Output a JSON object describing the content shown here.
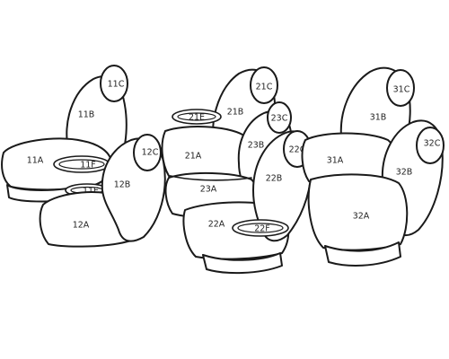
{
  "parts": {
    "p11C": "11C",
    "p11B": "11B",
    "p11A": "11A",
    "p11F": "11F",
    "p11E": "11E",
    "p12C": "12C",
    "p12B": "12B",
    "p12A": "12A",
    "p21E": "21E",
    "p21C": "21C",
    "p21B": "21B",
    "p21A": "21A",
    "p23C": "23C",
    "p23B": "23B",
    "p23A": "23A",
    "p22C": "22C",
    "p22B": "22B",
    "p22A": "22A",
    "p22F": "22F",
    "p31C": "31C",
    "p31B": "31B",
    "p31A": "31A",
    "p32C": "32C",
    "p32B": "32B",
    "p32A": "32A"
  }
}
